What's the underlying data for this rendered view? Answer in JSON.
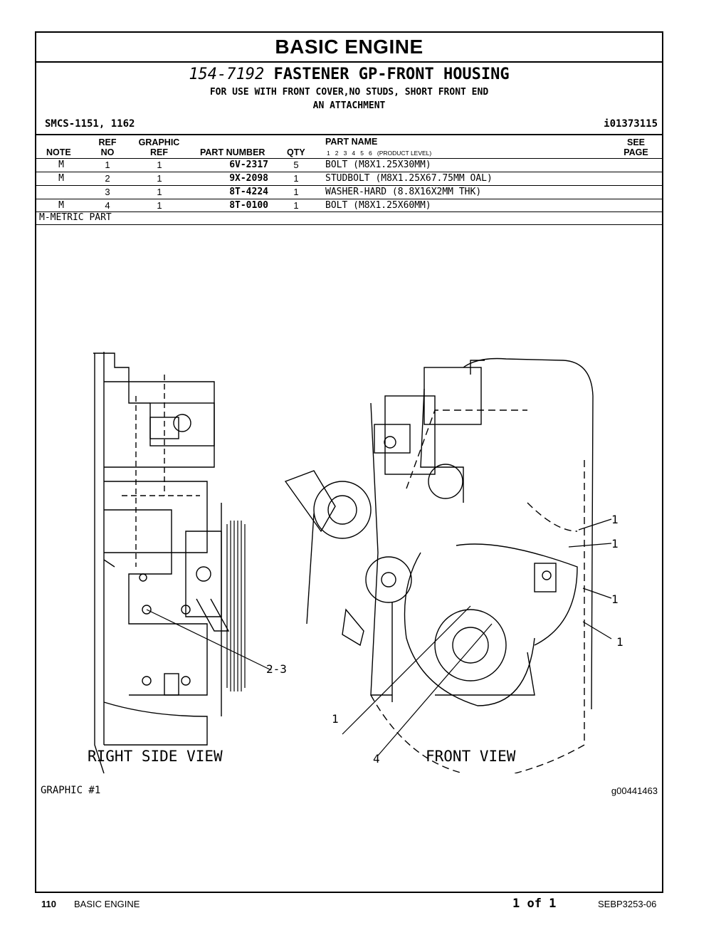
{
  "header": {
    "title": "BASIC  ENGINE",
    "part_number": "154-7192",
    "part_title": "FASTENER GP-FRONT HOUSING",
    "note_line1": "FOR USE WITH FRONT COVER,NO STUDS, SHORT FRONT END",
    "note_line2": "AN ATTACHMENT",
    "smcs": "SMCS-1151, 1162",
    "ident": "i01373115"
  },
  "table": {
    "headers": {
      "note": "NOTE",
      "ref_top": "REF",
      "ref_bottom": "NO",
      "graphic_top": "GRAPHIC",
      "graphic_bottom": "REF",
      "part_number": "PART NUMBER",
      "qty": "QTY",
      "part_name": "PART NAME",
      "levels": "1   2   3   4   5   6   (PRODUCT LEVEL)",
      "see_top": "SEE",
      "see_bottom": "PAGE"
    },
    "rows": [
      {
        "note": "M",
        "ref": "1",
        "graphic": "1",
        "part": "6V-2317",
        "qty": "5",
        "name": "BOLT (M8X1.25X30MM)"
      },
      {
        "note": "M",
        "ref": "2",
        "graphic": "1",
        "part": "9X-2098",
        "qty": "1",
        "name": "STUDBOLT (M8X1.25X67.75MM OAL)"
      },
      {
        "note": "",
        "ref": "3",
        "graphic": "1",
        "part": "8T-4224",
        "qty": "1",
        "name": "WASHER-HARD (8.8X16X2MM THK)"
      },
      {
        "note": "M",
        "ref": "4",
        "graphic": "1",
        "part": "8T-0100",
        "qty": "1",
        "name": "BOLT (M8X1.25X60MM)"
      }
    ],
    "footnote": "M-METRIC PART"
  },
  "illustration": {
    "right_view_label": "RIGHT SIDE VIEW",
    "front_view_label": "FRONT VIEW",
    "callout_2_3": "2-3",
    "callout_1": "1",
    "callout_4": "4",
    "graphic_label": "GRAPHIC #1",
    "graphic_id": "g00441463"
  },
  "footer": {
    "page_no": "110",
    "section": "BASIC ENGINE",
    "page_of": "1 of 1",
    "doc_id": "SEBP3253-06"
  }
}
